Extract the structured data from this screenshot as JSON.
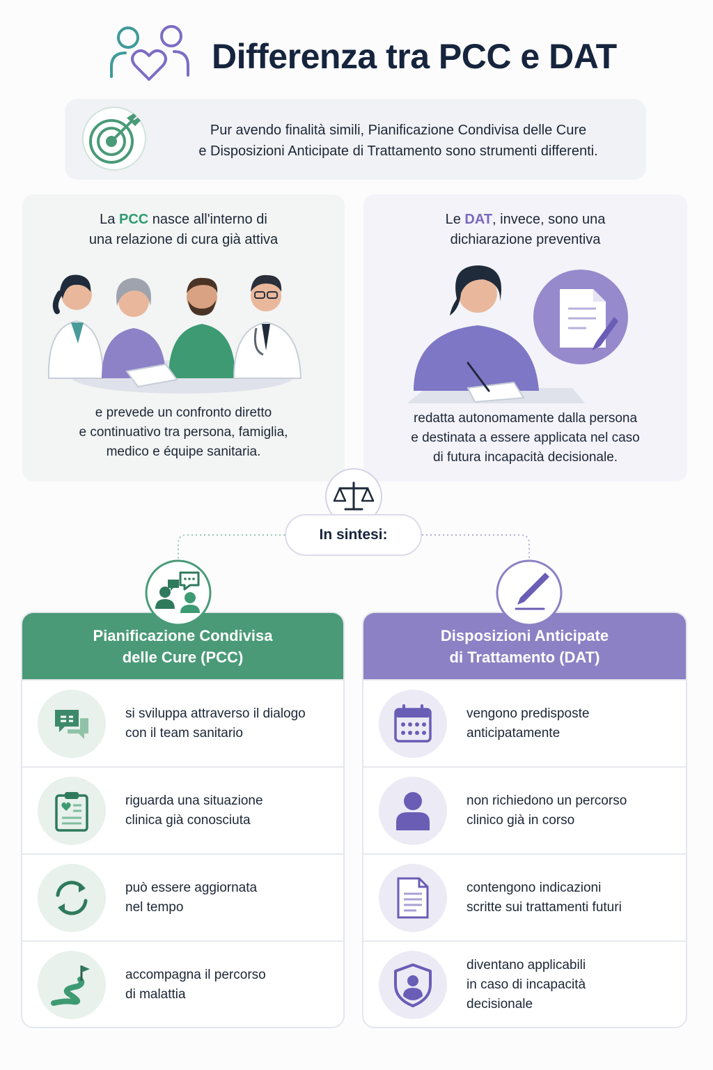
{
  "title": "Differenza tra PCC e DAT",
  "intro": {
    "line1": "Pur avendo finalità simili, Pianificazione Condivisa delle Cure",
    "line2": "e Disposizioni Anticipate di Trattamento sono strumenti differenti."
  },
  "pcc_panel": {
    "heading_pre": "La ",
    "heading_highlight": "PCC",
    "heading_post": " nasce all'interno di",
    "heading_line2": "una relazione di cura già attiva",
    "body_line1": "e prevede un confronto diretto",
    "body_line2": "e continuativo tra persona, famiglia,",
    "body_line3": "medico e équipe sanitaria."
  },
  "dat_panel": {
    "heading_pre": "Le ",
    "heading_highlight": "DAT",
    "heading_post": ", invece, sono una",
    "heading_line2": "dichiarazione preventiva",
    "body_line1": "redatta autonomamente dalla persona",
    "body_line2": "e destinata a essere applicata nel caso",
    "body_line3": "di futura incapacità decisionale."
  },
  "sintesi_label": "In sintesi:",
  "pcc_card": {
    "title_line1": "Pianificazione Condivisa",
    "title_line2": "delle Cure (PCC)",
    "rows": [
      {
        "icon": "chat-bubbles-icon",
        "line1": "si sviluppa attraverso il dialogo",
        "line2": "con il team sanitario"
      },
      {
        "icon": "clipboard-heart-icon",
        "line1": "riguarda una situazione",
        "line2": "clinica già conosciuta"
      },
      {
        "icon": "refresh-arrows-icon",
        "line1": "può essere aggiornata",
        "line2": "nel tempo"
      },
      {
        "icon": "path-flag-icon",
        "line1": "accompagna il percorso",
        "line2": "di malattia"
      }
    ]
  },
  "dat_card": {
    "title_line1": "Disposizioni Anticipate",
    "title_line2": "di Trattamento (DAT)",
    "rows": [
      {
        "icon": "calendar-icon",
        "line1": "vengono predisposte",
        "line2": "anticipatamente",
        "line3": ""
      },
      {
        "icon": "person-icon",
        "line1": "non richiedono un percorso",
        "line2": "clinico già in corso",
        "line3": ""
      },
      {
        "icon": "document-icon",
        "line1": "contengono indicazioni",
        "line2": "scritte sui trattamenti futuri",
        "line3": ""
      },
      {
        "icon": "shield-person-icon",
        "line1": "diventano applicabili",
        "line2": "in caso di incapacità",
        "line3": "decisionale"
      }
    ]
  },
  "colors": {
    "green": "#4a9a78",
    "purple": "#8c81c4",
    "title": "#16253d"
  }
}
